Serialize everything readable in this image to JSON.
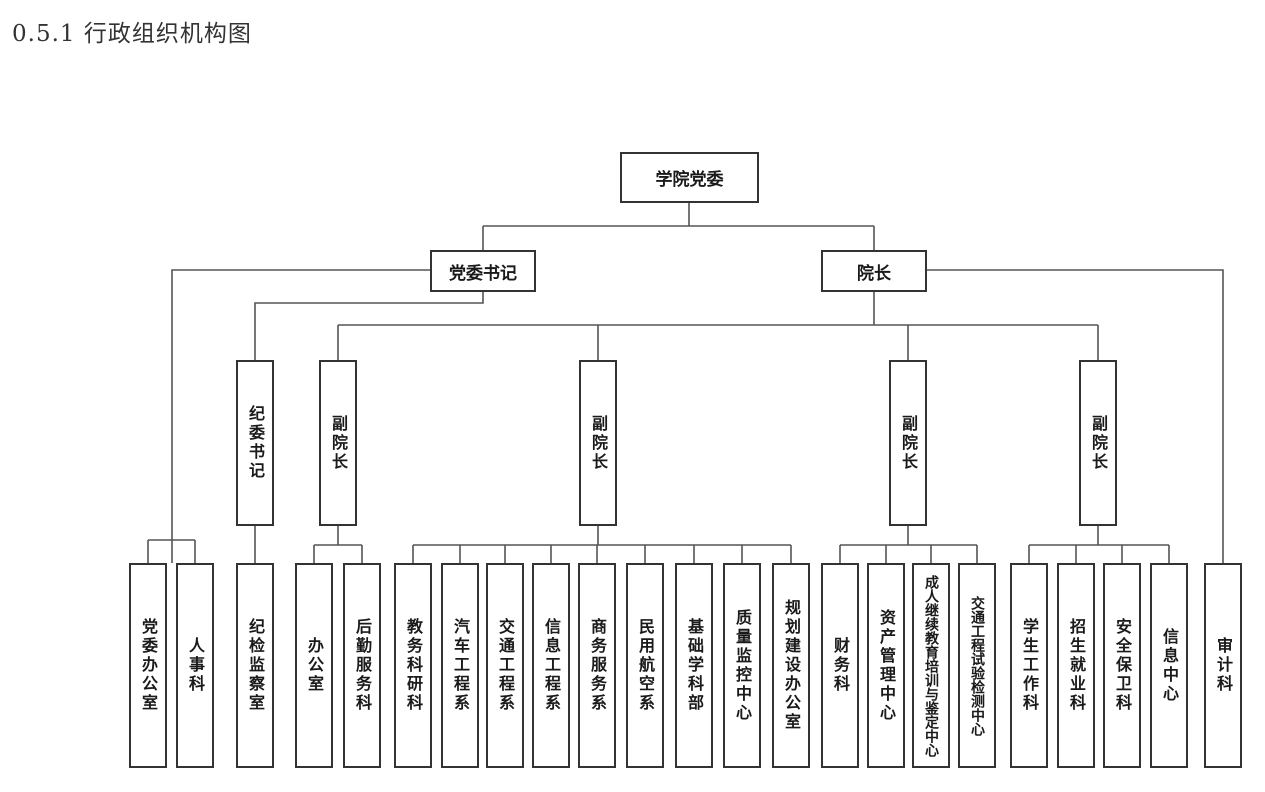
{
  "heading": "0.5.1 行政组织机构图",
  "top": "学院党委",
  "secretary": "党委书记",
  "president": "院长",
  "discipline_secretary": "纪委书记",
  "vp": [
    "副院长",
    "副院长",
    "副院长",
    "副院长"
  ],
  "units": [
    "党委办公室",
    "人事科",
    "纪检监察室",
    "办公室",
    "后勤服务科",
    "教务科研科",
    "汽车工程系",
    "交通工程系",
    "信息工程系",
    "商务服务系",
    "民用航空系",
    "基础学科部",
    "质量监控中心",
    "规划建设办公室",
    "财务科",
    "资产管理中心",
    "成人继续教育培训与鉴定中心",
    "交通工程试验检测中心",
    "学生工作科",
    "招生就业科",
    "安全保卫科",
    "信息中心",
    "审计科"
  ]
}
